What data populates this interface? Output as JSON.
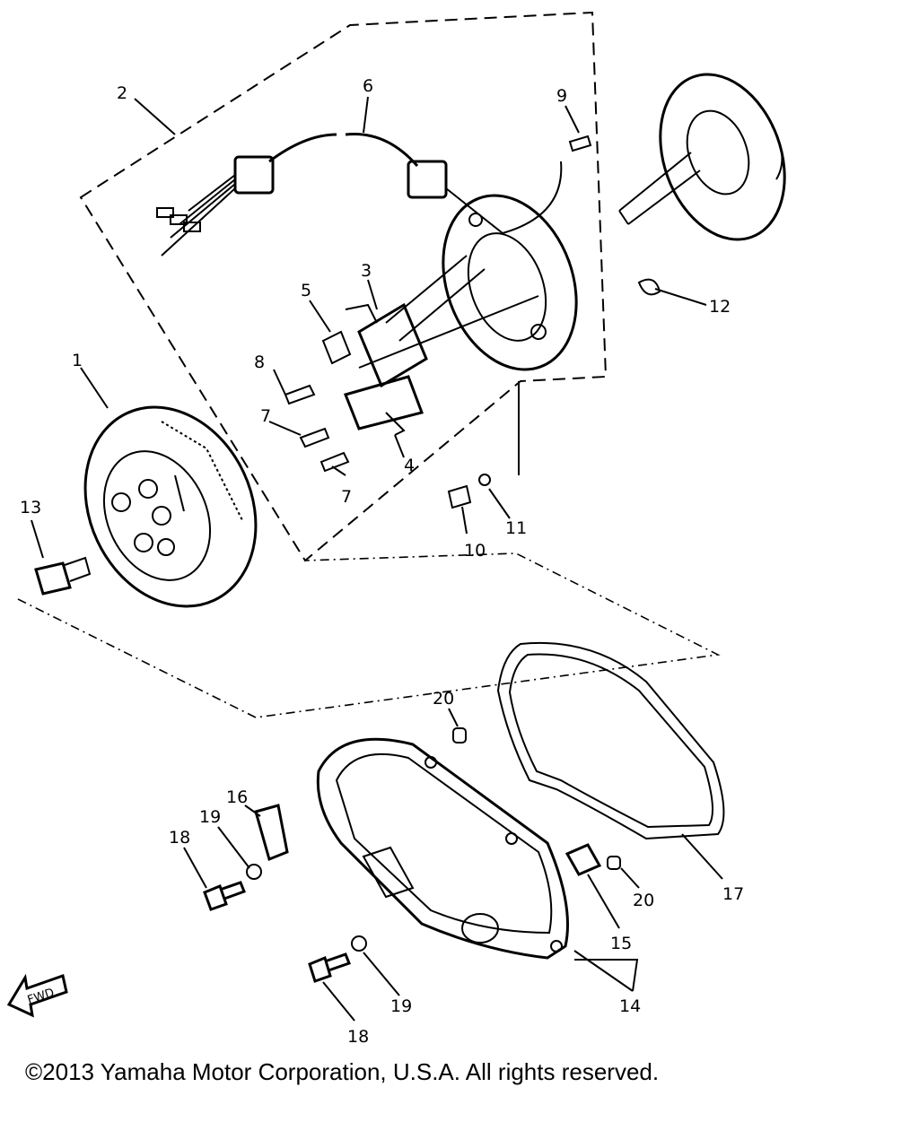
{
  "callouts": [
    {
      "id": "c1",
      "text": "1"
    },
    {
      "id": "c2",
      "text": "2"
    },
    {
      "id": "c3",
      "text": "3"
    },
    {
      "id": "c4",
      "text": "4"
    },
    {
      "id": "c5",
      "text": "5"
    },
    {
      "id": "c6",
      "text": "6"
    },
    {
      "id": "c7a",
      "text": "7"
    },
    {
      "id": "c7b",
      "text": "7"
    },
    {
      "id": "c8",
      "text": "8"
    },
    {
      "id": "c9",
      "text": "9"
    },
    {
      "id": "c10",
      "text": "10"
    },
    {
      "id": "c11",
      "text": "11"
    },
    {
      "id": "c12",
      "text": "12"
    },
    {
      "id": "c13",
      "text": "13"
    },
    {
      "id": "c14",
      "text": "14"
    },
    {
      "id": "c15",
      "text": "15"
    },
    {
      "id": "c16",
      "text": "16"
    },
    {
      "id": "c17",
      "text": "17"
    },
    {
      "id": "c18a",
      "text": "18"
    },
    {
      "id": "c18b",
      "text": "18"
    },
    {
      "id": "c19a",
      "text": "19"
    },
    {
      "id": "c19b",
      "text": "19"
    },
    {
      "id": "c20a",
      "text": "20"
    },
    {
      "id": "c20b",
      "text": "20"
    }
  ],
  "fwd_label": "FWD",
  "copyright": "©2013 Yamaha Motor Corporation, U.S.A. All rights reserved."
}
